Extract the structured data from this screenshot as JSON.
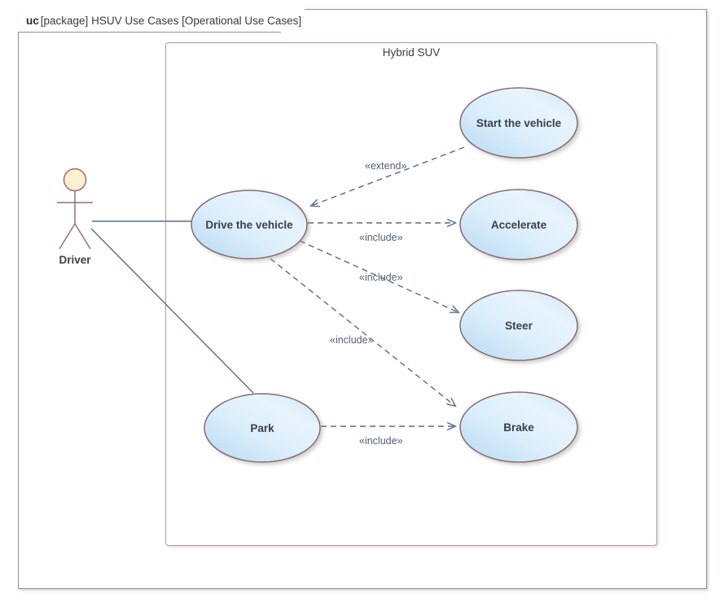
{
  "frame": {
    "kind": "uc",
    "qualifier": "[package]",
    "title": "HSUV Use Cases [Operational Use Cases]",
    "border_color": "#9f8a8d"
  },
  "system": {
    "name": "Hybrid SUV",
    "border_color": "#b09a9d"
  },
  "actors": [
    {
      "id": "driver",
      "label": "Driver",
      "head_fill": "#fdf0d2",
      "stroke": "#9a6f6f"
    }
  ],
  "use_cases": [
    {
      "id": "drive",
      "label": "Drive the vehicle"
    },
    {
      "id": "start",
      "label": "Start the vehicle"
    },
    {
      "id": "accelerate",
      "label": "Accelerate"
    },
    {
      "id": "steer",
      "label": "Steer"
    },
    {
      "id": "brake",
      "label": "Brake"
    },
    {
      "id": "park",
      "label": "Park"
    }
  ],
  "relationships": [
    {
      "id": "assoc-driver-drive",
      "type": "association",
      "from": "driver",
      "to": "drive",
      "label": ""
    },
    {
      "id": "assoc-driver-park",
      "type": "association",
      "from": "driver",
      "to": "park",
      "label": ""
    },
    {
      "id": "start-extends-drive",
      "type": "extend",
      "from": "start",
      "to": "drive",
      "label": "«extend»"
    },
    {
      "id": "drive-inc-accel",
      "type": "include",
      "from": "drive",
      "to": "accelerate",
      "label": "«include»"
    },
    {
      "id": "drive-inc-steer",
      "type": "include",
      "from": "drive",
      "to": "steer",
      "label": "«include»"
    },
    {
      "id": "drive-inc-brake",
      "type": "include",
      "from": "drive",
      "to": "brake",
      "label": "«include»"
    },
    {
      "id": "park-inc-brake",
      "type": "include",
      "from": "park",
      "to": "brake",
      "label": "«include»"
    }
  ],
  "style": {
    "ellipse_stroke": "#8b6b6e",
    "ellipse_fill_light": "#e9f3fc",
    "ellipse_fill_deep": "#bcdcf4",
    "connector_color": "#5a6a86",
    "text_color": "#3b3f4a"
  }
}
